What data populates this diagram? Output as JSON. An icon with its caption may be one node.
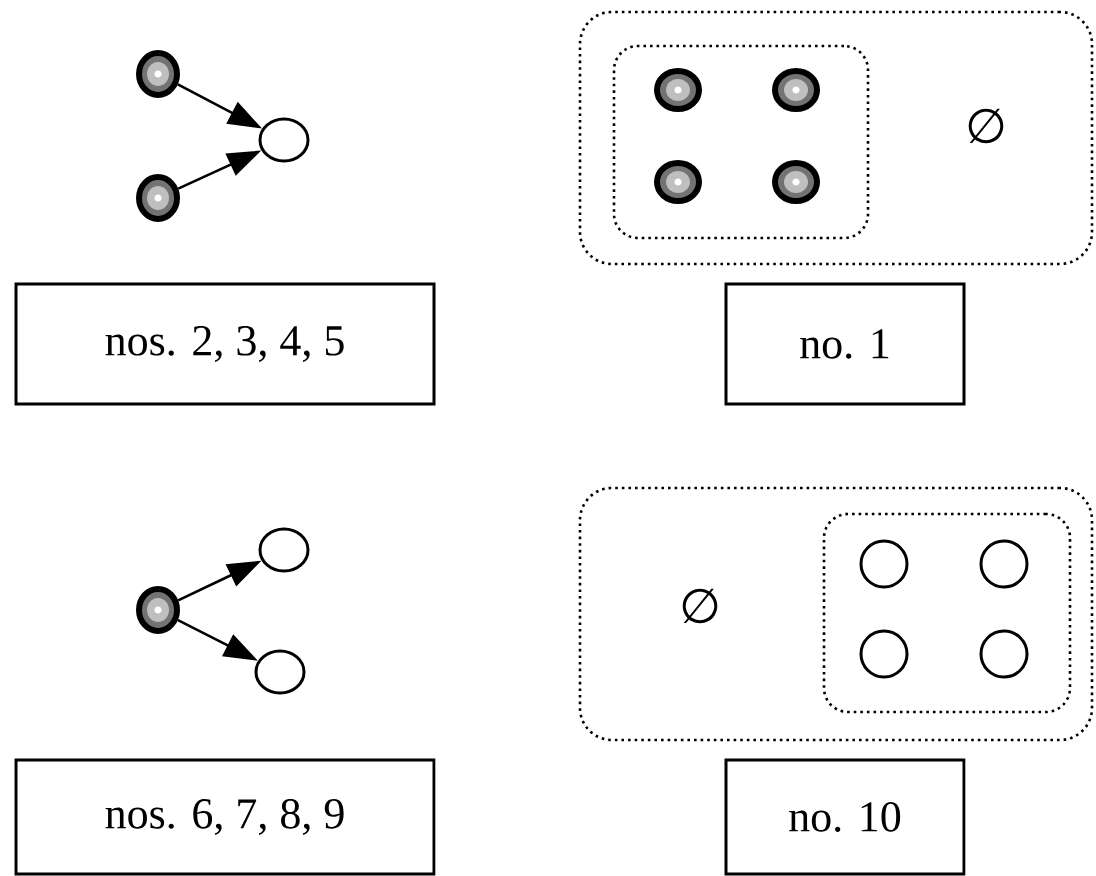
{
  "diagram": {
    "nodes": [
      {
        "text": [],
        "shape": "circle"
      },
      {
        "text": [],
        "shape": "circle"
      },
      {
        "text": [],
        "shape": "circle"
      },
      {
        "text": [
          "nos. 2, 3, 4, 5"
        ]
      },
      {
        "text": [
          "∅"
        ]
      },
      {
        "text": [],
        "shape": "box",
        "in": 4
      },
      {
        "text": [],
        "shape": "circle",
        "in": 5
      },
      {
        "text": [],
        "shape": "circle",
        "in": 5
      },
      {
        "text": [],
        "shape": "circle",
        "in": 5
      },
      {
        "text": [],
        "shape": "circle",
        "in": 5
      },
      {
        "text": [
          "no. 1"
        ]
      },
      {
        "text": [],
        "shape": "circle"
      },
      {
        "text": [],
        "shape": "circle"
      },
      {
        "text": [],
        "shape": "circle"
      },
      {
        "text": [
          "nos. 6, 7, 8, 9"
        ]
      },
      {
        "text": [
          "∅"
        ]
      },
      {
        "text": [],
        "shape": "box",
        "in": 15
      },
      {
        "text": [],
        "shape": "circle",
        "in": 16
      },
      {
        "text": [],
        "shape": "circle",
        "in": 16
      },
      {
        "text": [],
        "shape": "circle",
        "in": 16
      },
      {
        "text": [],
        "shape": "circle",
        "in": 16
      },
      {
        "text": [
          "no. 10"
        ]
      }
    ],
    "edges": [
      {
        "from": 0,
        "to": 2,
        "arrow": "to"
      },
      {
        "from": 1,
        "to": 2,
        "arrow": "to"
      },
      {
        "from": 11,
        "to": 12,
        "arrow": "to"
      },
      {
        "from": 11,
        "to": 13,
        "arrow": "to"
      }
    ]
  }
}
